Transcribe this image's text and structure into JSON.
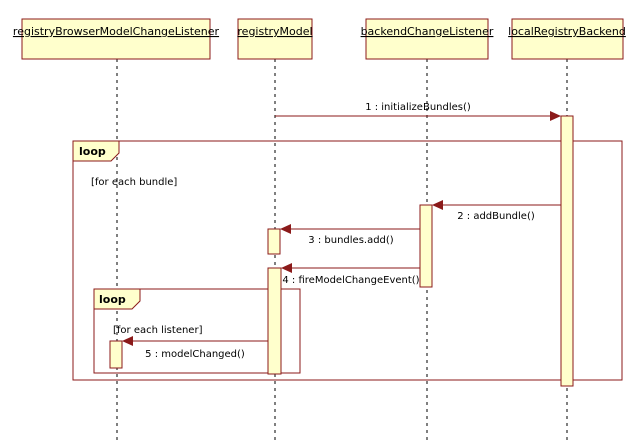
{
  "lifelines": [
    {
      "id": "registryBrowserModelChangeListener",
      "label": "registryBrowserModelChangeListener"
    },
    {
      "id": "registryModel",
      "label": "registryModel"
    },
    {
      "id": "backendChangeListener",
      "label": "backendChangeListener"
    },
    {
      "id": "localRegistryBackend",
      "label": "localRegistryBackend"
    }
  ],
  "frames": [
    {
      "kind": "loop",
      "guard": "[for each bundle]"
    },
    {
      "kind": "loop",
      "guard": "[for each listener]"
    }
  ],
  "messages": [
    {
      "label": "1 : initializeBundles()",
      "from": "registryModel",
      "to": "localRegistryBackend"
    },
    {
      "label": "2 : addBundle()",
      "from": "localRegistryBackend",
      "to": "backendChangeListener"
    },
    {
      "label": "3 : bundles.add()",
      "from": "backendChangeListener",
      "to": "registryModel"
    },
    {
      "label": "4 : fireModelChangeEvent()",
      "from": "backendChangeListener",
      "to": "registryModel"
    },
    {
      "label": "5 : modelChanged()",
      "from": "registryModel",
      "to": "registryBrowserModelChangeListener"
    }
  ],
  "colors": {
    "box_fill": "#ffffcc",
    "stroke": "#8b1a1a",
    "background": "#ffffff"
  }
}
